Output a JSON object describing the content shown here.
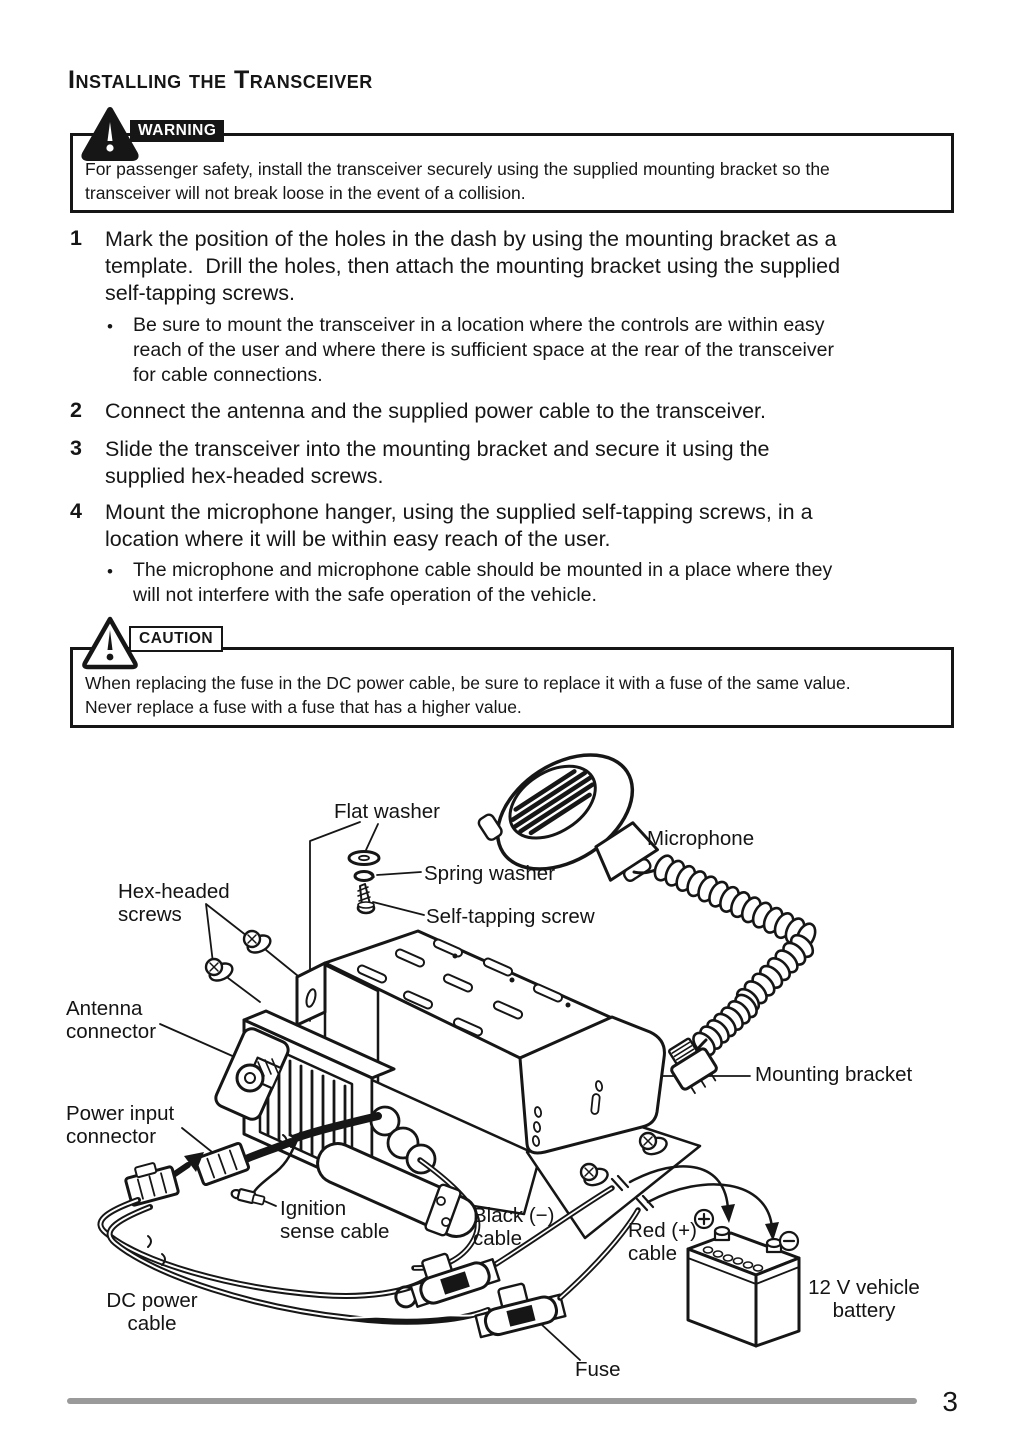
{
  "page": {
    "title": "Installing the Transceiver",
    "page_number": "3"
  },
  "warning": {
    "label": "WARNING",
    "text": "For passenger safety, install the transceiver securely using the supplied mounting bracket so the\ntransceiver will not break loose in the event of a collision."
  },
  "caution": {
    "label": "CAUTION",
    "text": "When replacing the fuse in the DC power cable, be sure to replace it with a fuse of the same value.\nNever replace a fuse with a fuse that has a higher value."
  },
  "steps": [
    {
      "number": "1",
      "text": "Mark the position of the holes in the dash by using the mounting bracket as a\ntemplate.  Drill the holes, then attach the mounting bracket using the supplied\nself-tapping screws.",
      "bullet": "Be sure to mount the transceiver in a location where the controls are within easy\nreach of the user and where there is sufficient space at the rear of the transceiver\nfor cable connections."
    },
    {
      "number": "2",
      "text": "Connect the antenna and the supplied power cable to the transceiver."
    },
    {
      "number": "3",
      "text": "Slide the transceiver into the mounting bracket and secure it using the\nsupplied hex-headed screws."
    },
    {
      "number": "4",
      "text": "Mount the microphone hanger, using the supplied self-tapping screws, in a\nlocation where it will be within easy reach of the user.",
      "bullet": "The microphone and microphone cable should be mounted in a place where they\nwill not interfere with the safe operation of the vehicle."
    }
  ],
  "diagram": {
    "labels": {
      "flat_washer": "Flat washer",
      "spring_washer": "Spring washer",
      "self_tapping_screw": "Self-tapping screw",
      "microphone": "Microphone",
      "hex_headed_screws": "Hex-headed screws",
      "antenna_connector": "Antenna connector",
      "power_input_connector": "Power input connector",
      "ignition_sense_cable": "Ignition sense cable",
      "black_cable": "Black (−) cable",
      "red_cable": "Red (+) cable",
      "mounting_bracket": "Mounting bracket",
      "battery": "12 V vehicle battery",
      "dc_power_cable": "DC power cable",
      "fuse": "Fuse"
    },
    "ink_color": "#161616",
    "rule_color": "#9a9a9a"
  }
}
